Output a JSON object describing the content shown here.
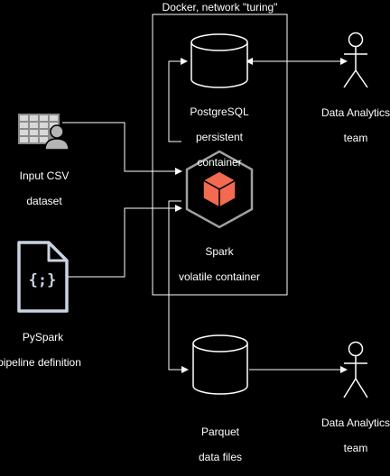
{
  "colors": {
    "background": "#000000",
    "stroke": "#ffffff",
    "icon_gray": "#c0c0c0",
    "doc_stroke": "#c9d3e3",
    "spark_orange": "#f26a4f",
    "hex_stroke": "#a0a0a0"
  },
  "container": {
    "label": "Docker, network \"turing\""
  },
  "nodes": {
    "postgres": {
      "line1": "PostgreSQL",
      "line2": "persistent",
      "line3": "container",
      "icon": "database-cylinder-icon"
    },
    "spark": {
      "line1": "Spark",
      "line2": "volatile container",
      "icon": "spark-hexagon-icon"
    },
    "parquet": {
      "line1": "Parquet",
      "line2": "data files",
      "icon": "database-cylinder-icon"
    },
    "csv": {
      "line1": "Input CSV",
      "line2": "dataset",
      "icon": "spreadsheet-user-icon"
    },
    "pyspark": {
      "line1": "PySpark",
      "line2": "pipeline definition",
      "icon": "code-file-icon",
      "glyph": "{;}"
    },
    "analytics_top": {
      "line1": "Data Analytics",
      "line2": "team",
      "icon": "actor-icon"
    },
    "analytics_bottom": {
      "line1": "Data Analytics",
      "line2": "team",
      "icon": "actor-icon"
    }
  }
}
